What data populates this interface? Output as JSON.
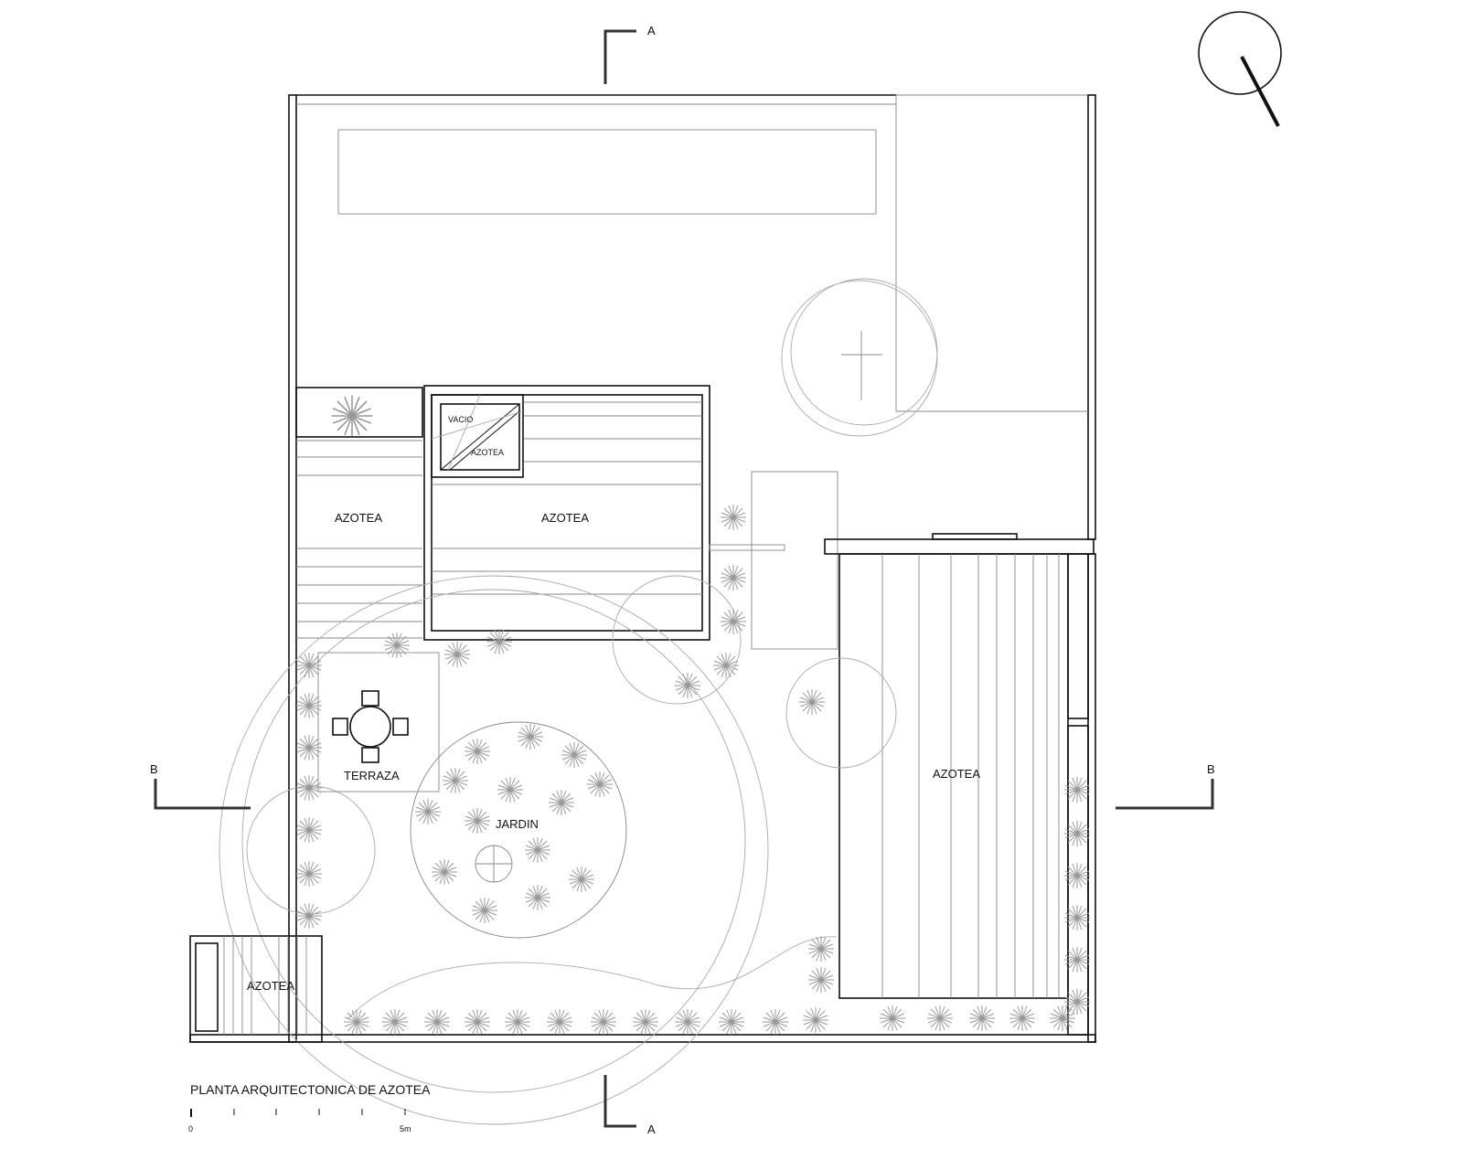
{
  "title": "PLANTA ARQUITECTONICA DE AZOTEA",
  "scale_bar": {
    "start": "0",
    "end": "5m"
  },
  "sections": {
    "a_top": "A",
    "a_bottom": "A",
    "b_left": "B",
    "b_right": "B"
  },
  "rooms": {
    "azotea_left": "AZOTEA",
    "azotea_center": "AZOTEA",
    "azotea_right": "AZOTEA",
    "azotea_bottom": "AZOTEA",
    "vacio": "VACIO",
    "azotea_small": "AZOTEA",
    "terraza": "TERRAZA",
    "jardin": "JARDIN"
  },
  "colors": {
    "line": "#111111",
    "tree": "#999999"
  }
}
